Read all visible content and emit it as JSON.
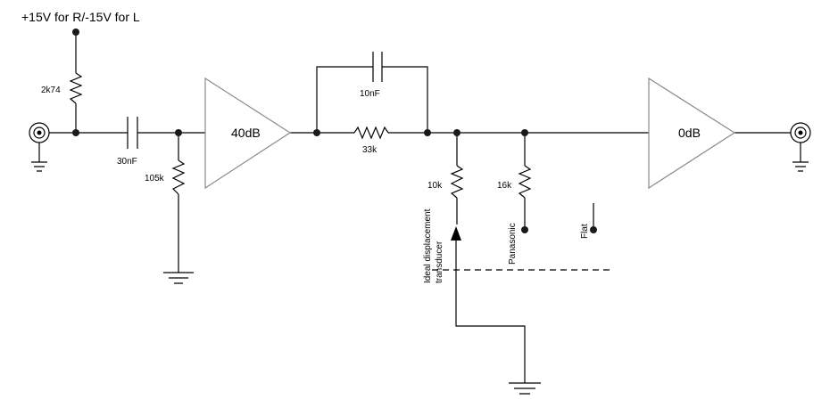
{
  "supply_label": "+15V for R/-15V for L",
  "amplifiers": {
    "input_gain": "40dB",
    "output_gain": "0dB"
  },
  "components": {
    "pullup_resistor": "2k74",
    "input_capacitor": "30nF",
    "input_resistor": "105k",
    "feedback_capacitor": "10nF",
    "feedback_resistor": "33k",
    "load_resistor_1": "10k",
    "load_resistor_2": "16k"
  },
  "switch_positions": {
    "ideal": "Ideal displacement\ntransducer",
    "panasonic": "Panasonic",
    "flat": "Flat"
  }
}
